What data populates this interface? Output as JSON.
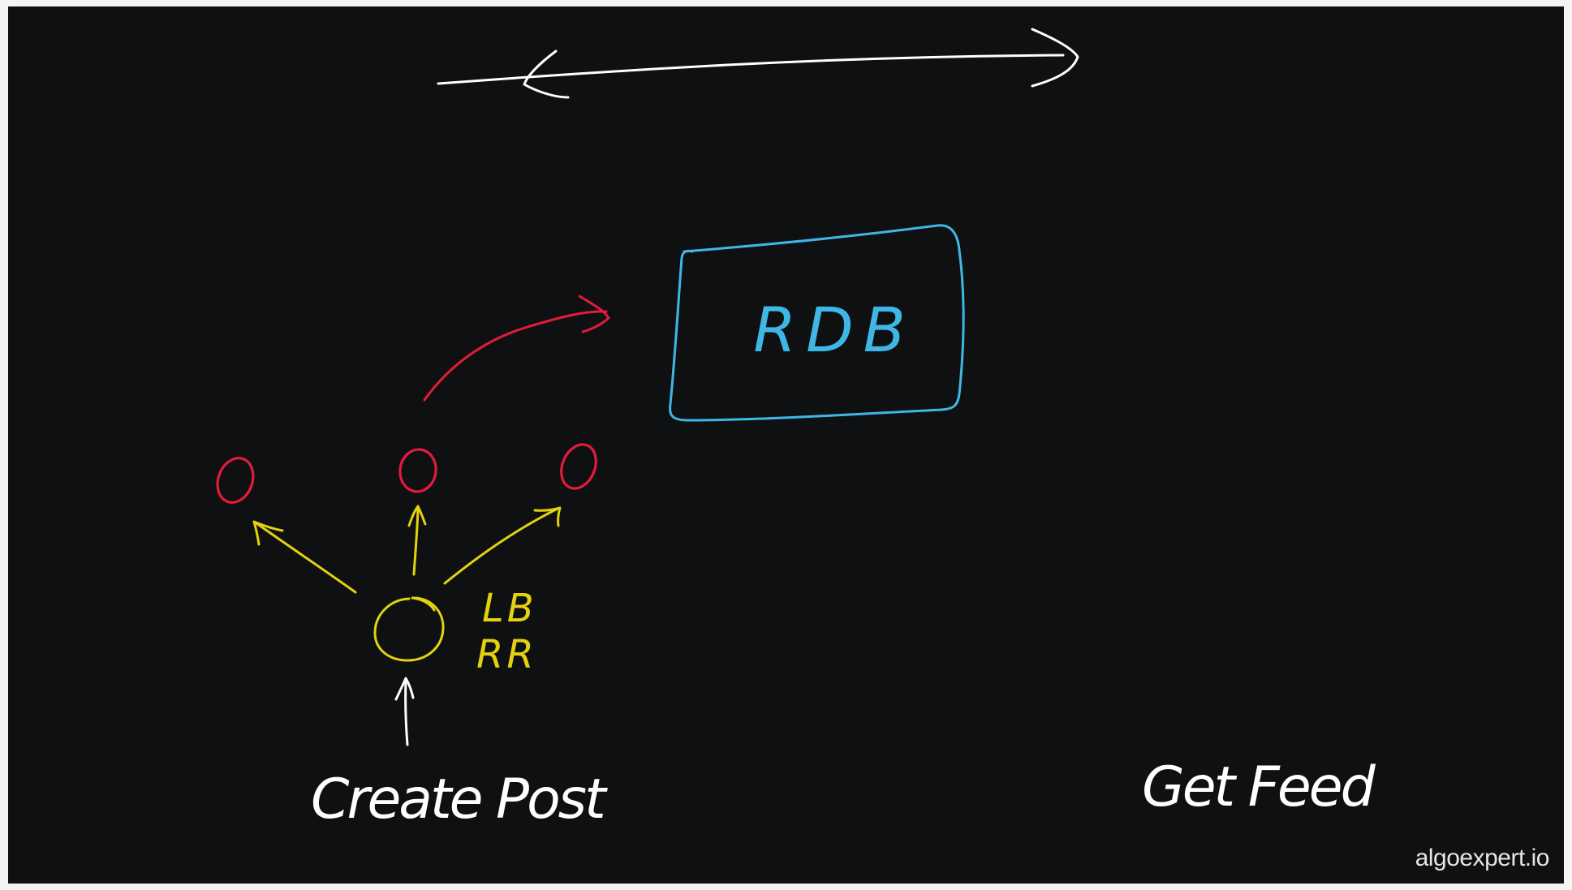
{
  "diagram": {
    "database_label": "RDB",
    "load_balancer_label_1": "LB",
    "load_balancer_label_2": "RR",
    "create_post_label": "Create Post",
    "get_feed_label": "Get Feed"
  },
  "watermark": "algoexpert.io",
  "colors": {
    "background": "#0f1011",
    "frame_border": "#f4f4f4",
    "ink_white": "#ffffff",
    "ink_blue": "#3fb7e6",
    "ink_red": "#e21b3c",
    "ink_yellow": "#e3d20e",
    "watermark": "#e6e6e6"
  }
}
